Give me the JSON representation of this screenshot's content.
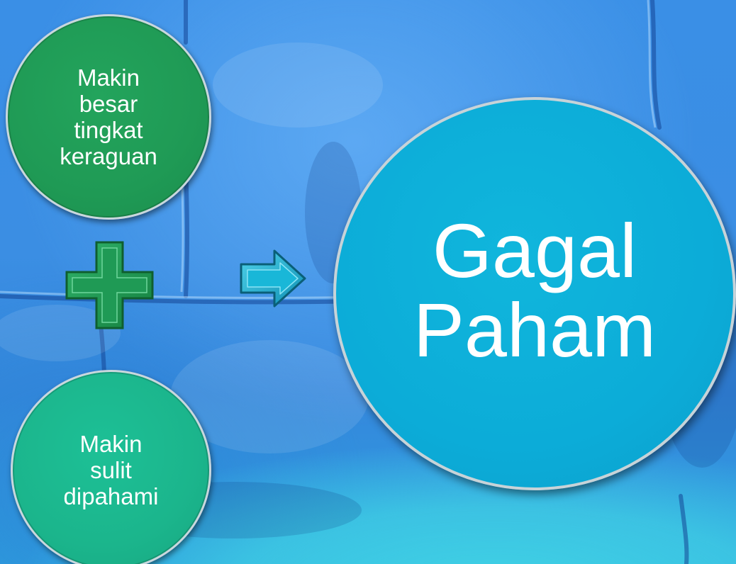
{
  "diagram": {
    "nodes": [
      {
        "id": "keraguan",
        "label": "Makin\nbesar\ntingkat\nkeraguan",
        "color": "#1f9a55"
      },
      {
        "id": "sulit",
        "label": "Makin\nsulit\ndipahami",
        "color": "#1bb58c"
      },
      {
        "id": "gagal",
        "label": "Gagal\nPaham",
        "color": "#0cacd8"
      }
    ],
    "operators": [
      {
        "symbol": "plus-icon",
        "meaning": "combine"
      },
      {
        "symbol": "arrow-right-icon",
        "meaning": "results in"
      }
    ],
    "colors": {
      "background": "#3a8fe6",
      "plus": "#1f9a55",
      "arrow": "#19b7d8",
      "circle_border": "#c9d7dd"
    }
  }
}
